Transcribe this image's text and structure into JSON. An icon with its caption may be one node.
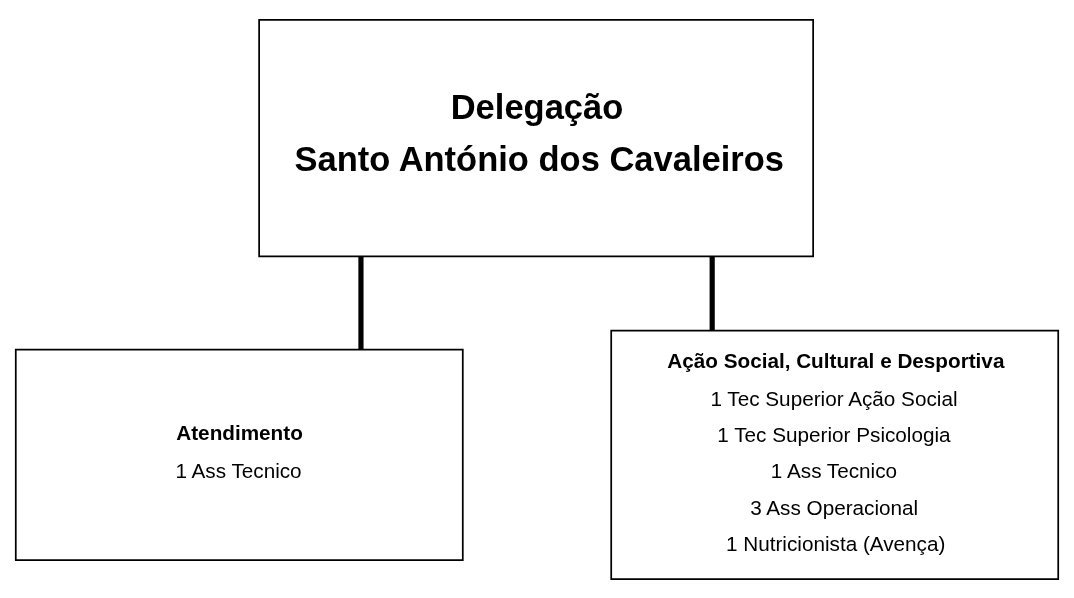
{
  "diagram": {
    "nodes": [
      {
        "text": [
          "Delegação",
          "Santo António dos Cavaleiros"
        ]
      },
      {
        "text": [
          "Atendimento",
          "1 Ass Tecnico"
        ]
      },
      {
        "text": [
          "Ação Social, Cultural e Desportiva",
          "1 Tec Superior Ação Social",
          "1 Tec Superior Psicologia",
          "1 Ass Tecnico",
          "3 Ass Operacional",
          "1 Nutricionista (Avença)"
        ]
      }
    ],
    "edges": [
      {
        "from": 0,
        "to": 1,
        "arrow": "none"
      },
      {
        "from": 0,
        "to": 2,
        "arrow": "none"
      }
    ]
  }
}
